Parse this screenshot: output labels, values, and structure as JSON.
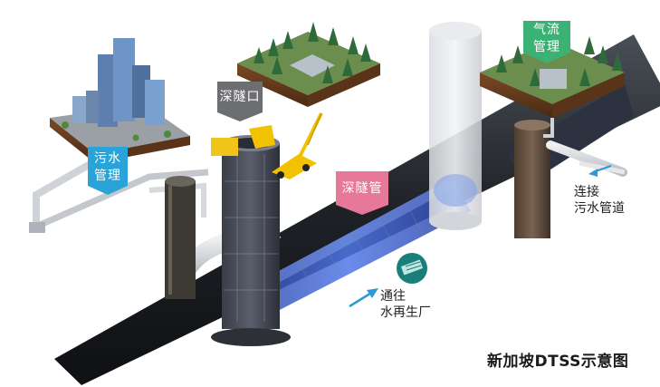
{
  "labels": {
    "sewage_management": [
      "污水",
      "管理"
    ],
    "deep_tunnel_shaft": "深隧口",
    "deep_tunnel_pipe": "深隧管",
    "airflow_management": [
      "气流",
      "管理"
    ],
    "connect_sewer": [
      "连接",
      "污水管道"
    ],
    "to_water_reclamation": [
      "通往",
      "水再生厂"
    ]
  },
  "caption": "新加坡DTSS示意图",
  "colors": {
    "sewage_badge": "#2aa3d8",
    "shaft_badge": "#6d6e71",
    "pipe_badge": "#e8789a",
    "airflow_badge": "#3bb273",
    "tunnel_blue": "#3a5fd0",
    "tunnel_dark": "#1e2126"
  },
  "icons": [
    "water-reclamation-plant-icon"
  ]
}
